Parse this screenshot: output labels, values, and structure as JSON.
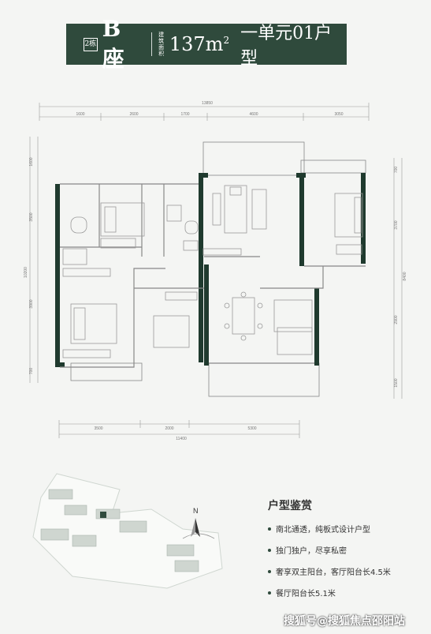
{
  "header": {
    "building_tag": "2栋",
    "seat": "B座",
    "area_label": "建筑面积",
    "area": "137m",
    "area_sup": "2",
    "unit": "一单元01户型"
  },
  "dimensions": {
    "top_total": "13850",
    "top_segments": [
      "1600",
      "2600",
      "1700",
      "4600",
      "3050"
    ],
    "bottom_total": "11400",
    "bottom_segments": [
      "3500",
      "2000",
      "5300"
    ],
    "left_total": "10200",
    "left_segments": [
      "1600",
      "3500",
      "3900",
      "700"
    ],
    "right_total": "8400",
    "right_segments": [
      "700",
      "3700",
      "2900",
      "1500"
    ]
  },
  "compass": {
    "north": "N"
  },
  "features": {
    "title": "户型鉴赏",
    "items": [
      "南北通透，纯板式设计户型",
      "独门独户，尽享私密",
      "奢享双主阳台，客厅阳台长4.5米",
      "餐厅阳台长5.1米"
    ]
  },
  "watermark": "搜狐号@搜狐焦点邵阳站",
  "colors": {
    "accent": "#2f4a3c",
    "wall": "#1f3a2e"
  }
}
